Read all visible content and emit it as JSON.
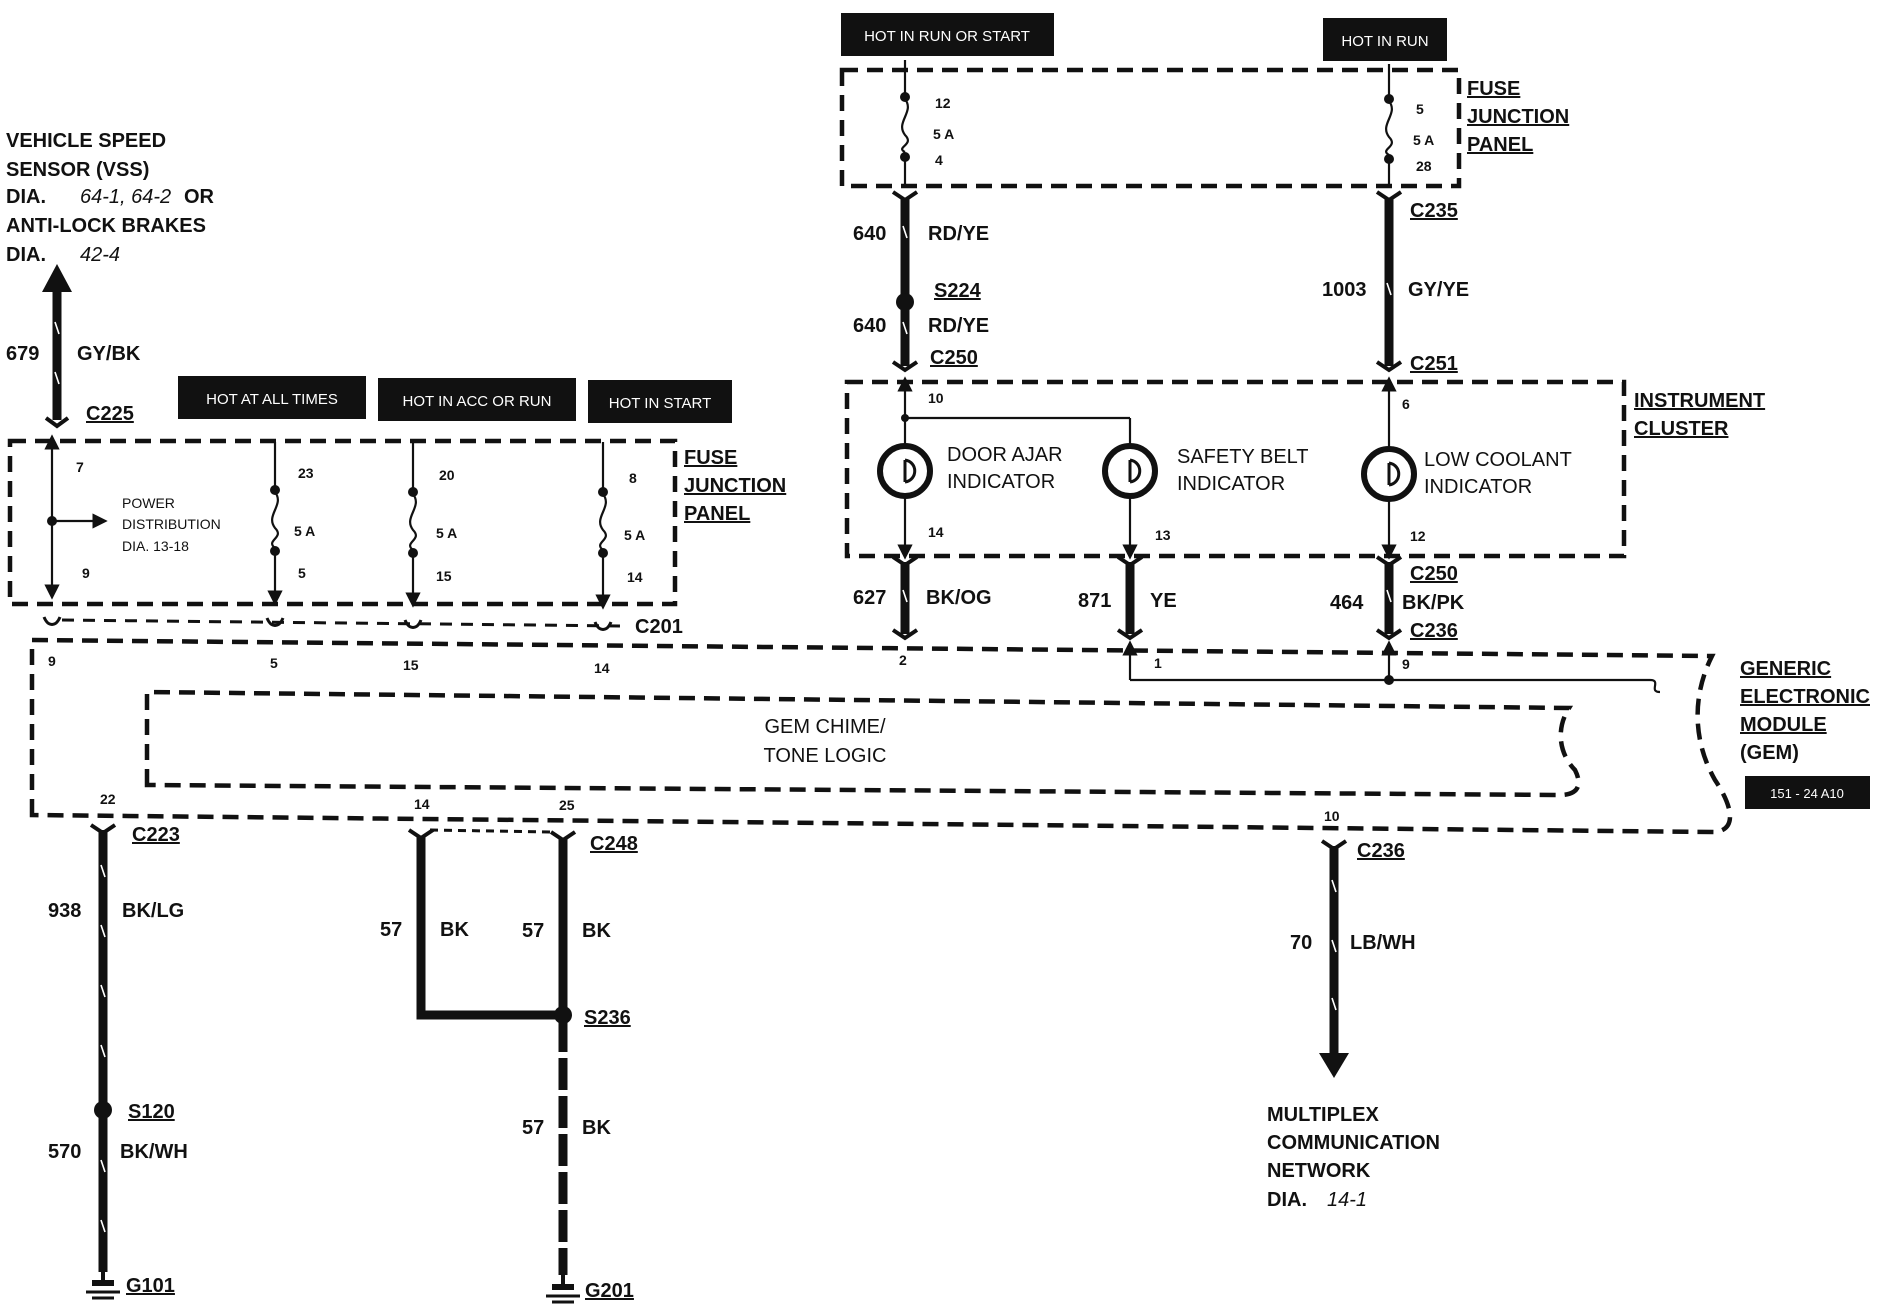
{
  "power_boxes": {
    "hot_run_start": "HOT IN RUN OR START",
    "hot_run": "HOT IN RUN",
    "hot_all_times": "HOT AT ALL TIMES",
    "hot_acc_run": "HOT IN ACC OR RUN",
    "hot_start": "HOT IN START",
    "ref_code": "151 - 24 A10"
  },
  "vss": {
    "line1": "VEHICLE SPEED",
    "line2": "SENSOR (VSS)",
    "line3a": "DIA.",
    "line3b": "64-1, 64-2",
    "line3c": "OR",
    "line4": "ANTI-LOCK BRAKES",
    "line5a": "DIA.",
    "line5b": "42-4"
  },
  "fjp_top": {
    "l1": "FUSE",
    "l2": "JUNCTION",
    "l3": "PANEL"
  },
  "fjp_left": {
    "l1": "FUSE",
    "l2": "JUNCTION",
    "l3": "PANEL"
  },
  "instrument_cluster": {
    "l1": "INSTRUMENT",
    "l2": "CLUSTER"
  },
  "gem": {
    "l1": "GENERIC",
    "l2": "ELECTRONIC",
    "l3": "MODULE",
    "l4": "(GEM)"
  },
  "gem_logic": {
    "l1": "GEM CHIME/",
    "l2": "TONE LOGIC"
  },
  "power_dist": {
    "l1": "POWER",
    "l2": "DISTRIBUTION",
    "l3": "DIA.  13-18"
  },
  "multiplex": {
    "l1": "MULTIPLEX",
    "l2": "COMMUNICATION",
    "l3": "NETWORK",
    "l4a": "DIA.",
    "l4b": "14-1"
  },
  "indicators": {
    "door": {
      "l1": "DOOR AJAR",
      "l2": "INDICATOR"
    },
    "belt": {
      "l1": "SAFETY BELT",
      "l2": "INDICATOR"
    },
    "coolant": {
      "l1": "LOW COOLANT",
      "l2": "INDICATOR"
    }
  },
  "connectors": {
    "c225": "C225",
    "c201": "C201",
    "c223": "C223",
    "c248": "C248",
    "c236_bottom": "C236",
    "c235": "C235",
    "c250_top": "C250",
    "c251": "C251",
    "c250_bottom": "C250",
    "c236_top": "C236",
    "s224": "S224",
    "s120": "S120",
    "s236": "S236",
    "g101": "G101",
    "g201": "G201"
  },
  "wires": {
    "w679": {
      "num": "679",
      "color": "GY/BK"
    },
    "w640a": {
      "num": "640",
      "color": "RD/YE"
    },
    "w640b": {
      "num": "640",
      "color": "RD/YE"
    },
    "w1003": {
      "num": "1003",
      "color": "GY/YE"
    },
    "w627": {
      "num": "627",
      "color": "BK/OG"
    },
    "w871": {
      "num": "871",
      "color": "YE"
    },
    "w464": {
      "num": "464",
      "color": "BK/PK"
    },
    "w938": {
      "num": "938",
      "color": "BK/LG"
    },
    "w570": {
      "num": "570",
      "color": "BK/WH"
    },
    "w57a": {
      "num": "57",
      "color": "BK"
    },
    "w57b": {
      "num": "57",
      "color": "BK"
    },
    "w57c": {
      "num": "57",
      "color": "BK"
    },
    "w70": {
      "num": "70",
      "color": "LB/WH"
    }
  },
  "fuses": {
    "f1": {
      "top": "12",
      "amp": "5 A",
      "bot": "4"
    },
    "f2": {
      "top": "5",
      "amp": "5 A",
      "bot": "28"
    },
    "f3": {
      "top": "23",
      "amp": "5 A",
      "bot": "5"
    },
    "f4": {
      "top": "20",
      "amp": "5 A",
      "bot": "15"
    },
    "f5": {
      "top": "8",
      "amp": "5 A",
      "bot": "14"
    }
  },
  "pins": {
    "p7": "7",
    "p9a": "9",
    "p9b": "9",
    "p5": "5",
    "p15": "15",
    "p14a": "14",
    "p10a": "10",
    "p6": "6",
    "p14b": "14",
    "p13": "13",
    "p12": "12",
    "p2": "2",
    "p1": "1",
    "p9c": "9",
    "p22": "22",
    "p14c": "14",
    "p25": "25",
    "p10b": "10"
  }
}
